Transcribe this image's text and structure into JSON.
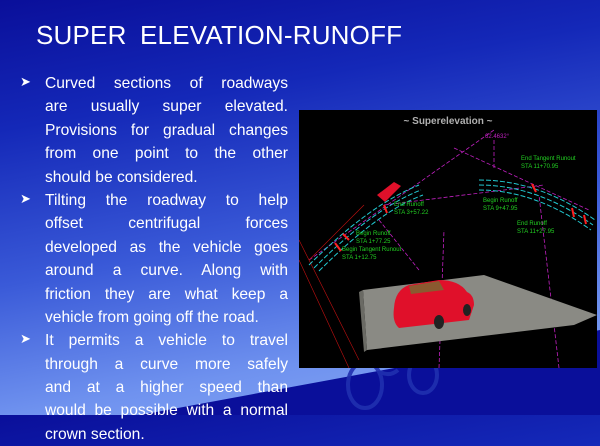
{
  "slide": {
    "title": "SUPER  ELEVATION-RUNOFF",
    "bullets": [
      {
        "lines": [
          "Curved sections of roadways",
          "are usually super elevated.",
          "Provisions for gradual changes",
          "from one point to the other",
          "should be considered."
        ]
      },
      {
        "lines": [
          "Tilting the roadway to help",
          "offset centrifugal forces",
          "developed as the vehicle goes",
          "around a curve. Along with",
          "friction they are what keep a",
          "vehicle from going off the road."
        ]
      },
      {
        "lines": [
          "It permits a vehicle to travel",
          "through a curve more safely",
          "and at a higher speed than",
          "would be possible with a normal",
          "crown section."
        ]
      }
    ],
    "bullet_icon": "arrowhead-bullet-icon"
  },
  "figure": {
    "heading": "~ Superelevation ~",
    "angle": "62.4632°",
    "labels": {
      "end_tangent": "End Tangent Runout",
      "end_tangent_sta": "STA 11+70.95",
      "begin_runoff2": "Begin Runoff",
      "begin_runoff2_sta": "STA 9+47.95",
      "end_runoff1": "End Runoff",
      "end_runoff1_sta": "STA 3+57.22",
      "begin_runoff1": "Begin Runoff",
      "begin_runoff1_sta": "STA 1+77.25",
      "begin_tangent": "Begin Tangent Runout",
      "begin_tangent_sta": "STA 1+12.75",
      "end_runoff2": "End Runoff",
      "end_runoff2_sta": "STA 11+27.95"
    },
    "colors": {
      "road": "#22c8d0",
      "labels": "#22d022",
      "guides": "#c020c0",
      "car": "#e0102a",
      "markers": "#ff2020"
    }
  }
}
